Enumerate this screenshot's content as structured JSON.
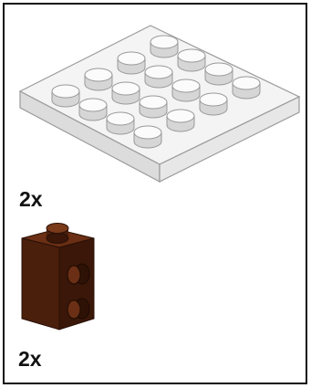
{
  "parts": [
    {
      "id": "plate-4x4",
      "quantity_label": "2x",
      "color": "#f2f2f2",
      "icon": "plate-4x4-icon"
    },
    {
      "id": "brick-1x1-studs-on-side",
      "quantity_label": "2x",
      "color": "#4a1f0c",
      "icon": "brick-1x1-side-studs-icon"
    }
  ]
}
